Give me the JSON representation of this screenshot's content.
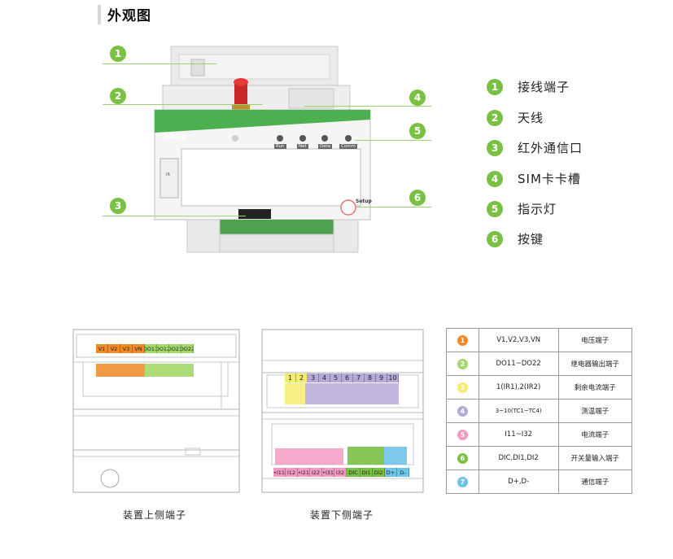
{
  "page_title": "外观图",
  "callouts": [
    "1",
    "2",
    "3",
    "4",
    "5",
    "6"
  ],
  "legend": [
    {
      "num": "1",
      "label": "接线端子"
    },
    {
      "num": "2",
      "label": "天线"
    },
    {
      "num": "3",
      "label": "红外通信口"
    },
    {
      "num": "4",
      "label": "SIM卡卡槽"
    },
    {
      "num": "5",
      "label": "指示灯"
    },
    {
      "num": "6",
      "label": "按键"
    }
  ],
  "device": {
    "brand": "福泽能源",
    "leds": [
      "Run",
      "Net",
      "Data",
      "Comm"
    ],
    "setup_label": "Setup",
    "port_label": "IR"
  },
  "top_view": {
    "caption": "装置上侧端子",
    "terminals": [
      {
        "label": "V1",
        "color": "#f08a24"
      },
      {
        "label": "V2",
        "color": "#f08a24"
      },
      {
        "label": "V3",
        "color": "#f08a24"
      },
      {
        "label": "VN",
        "color": "#f08a24"
      },
      {
        "label": "DO11",
        "color": "#a5d86a"
      },
      {
        "label": "DO12",
        "color": "#a5d86a"
      },
      {
        "label": "DO21",
        "color": "#a5d86a"
      },
      {
        "label": "DO22",
        "color": "#a5d86a"
      }
    ]
  },
  "bottom_view": {
    "caption": "装置下侧端子",
    "top_numbers": [
      "1",
      "2",
      "3",
      "4",
      "5",
      "6",
      "7",
      "8",
      "9",
      "10"
    ],
    "top_colors": [
      "#f4ec6c",
      "#f4ec6c",
      "#b5a9d8",
      "#b5a9d8",
      "#b5a9d8",
      "#b5a9d8",
      "#b5a9d8",
      "#b5a9d8",
      "#b5a9d8",
      "#b5a9d8"
    ],
    "bottom_terminals": [
      {
        "label": "•I11",
        "color": "#f49ac1"
      },
      {
        "label": "I12",
        "color": "#f49ac1"
      },
      {
        "label": "•I21",
        "color": "#f49ac1"
      },
      {
        "label": "I22",
        "color": "#f49ac1"
      },
      {
        "label": "•I31",
        "color": "#f49ac1"
      },
      {
        "label": "I32",
        "color": "#f49ac1"
      },
      {
        "label": "DIC",
        "color": "#7ac143"
      },
      {
        "label": "DI1",
        "color": "#7ac143"
      },
      {
        "label": "DI2",
        "color": "#7ac143"
      },
      {
        "label": "D+",
        "color": "#6ec3ea"
      },
      {
        "label": "D-",
        "color": "#6ec3ea"
      }
    ]
  },
  "table": [
    {
      "num": "1",
      "color": "#f08a24",
      "terminals": "V1,V2,V3,VN",
      "desc": "电压端子"
    },
    {
      "num": "2",
      "color": "#a5d86a",
      "terminals": "DO11~DO22",
      "desc": "继电器输出端子"
    },
    {
      "num": "3",
      "color": "#f4ec6c",
      "terminals": "1(IR1),2(IR2)",
      "desc": "剩余电流端子"
    },
    {
      "num": "4",
      "color": "#b5a9d8",
      "terminals": "3~10(TC1~TC4)",
      "desc": "测温端子"
    },
    {
      "num": "5",
      "color": "#f49ac1",
      "terminals": "I11~I32",
      "desc": "电流端子"
    },
    {
      "num": "6",
      "color": "#7ac143",
      "terminals": "DIC,DI1,DI2",
      "desc": "开关量输入端子"
    },
    {
      "num": "7",
      "color": "#6ec3ea",
      "terminals": "D+,D-",
      "desc": "通信端子"
    }
  ]
}
